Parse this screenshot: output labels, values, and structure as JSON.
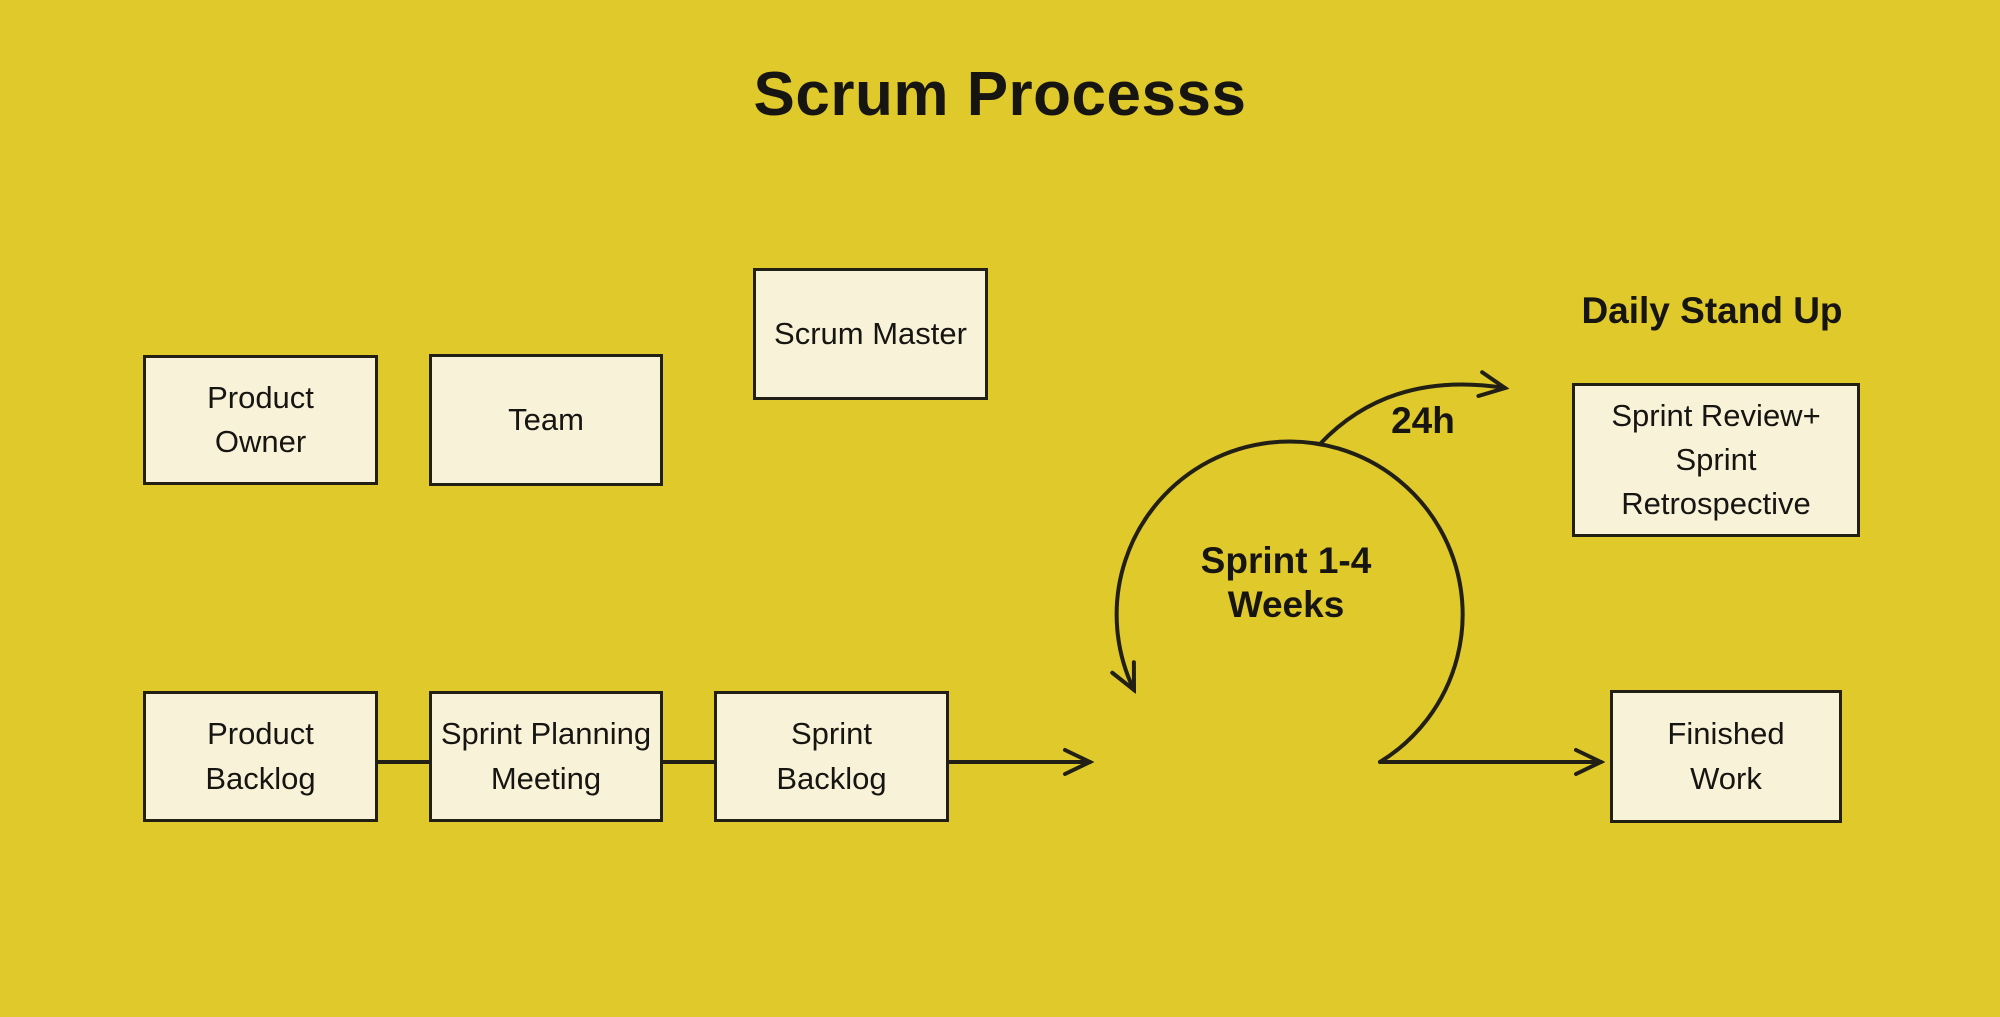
{
  "title": "Scrum Processs",
  "colors": {
    "background": "#dfc92b",
    "box_fill": "#f8f3d8",
    "line": "#221f15",
    "text": "#171512"
  },
  "nodes": {
    "product_owner": {
      "label": "Product\nOwner"
    },
    "team": {
      "label": "Team"
    },
    "scrum_master": {
      "label": "Scrum Master"
    },
    "product_backlog": {
      "label": "Product\nBacklog"
    },
    "sprint_planning_meeting": {
      "label": "Sprint Planning\nMeeting"
    },
    "sprint_backlog": {
      "label": "Sprint\nBacklog"
    },
    "sprint_review_retrospective": {
      "label": "Sprint Review+\nSprint\nRetrospective"
    },
    "finished_work": {
      "label": "Finished\nWork"
    }
  },
  "labels": {
    "daily_stand_up": "Daily Stand Up",
    "sprint_cycle": "Sprint 1-4\nWeeks",
    "daily_interval": "24h"
  }
}
